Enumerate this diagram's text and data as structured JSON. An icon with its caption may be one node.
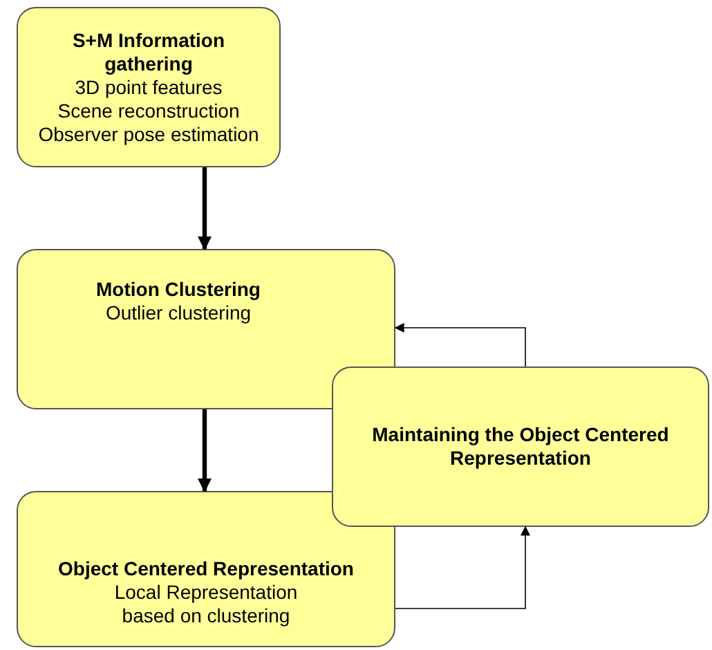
{
  "diagram": {
    "nodes": [
      {
        "text": [
          "S+M Information gathering",
          "3D point features",
          "Scene reconstruction",
          "Observer pose estimation"
        ]
      },
      {
        "text": [
          "Motion Clustering",
          "Outlier clustering"
        ]
      },
      {
        "text": [
          "Object Centered Representation",
          "Local Representation based on clustering"
        ]
      },
      {
        "text": [
          "Maintaining the Object Centered Representation"
        ]
      }
    ],
    "edges": [
      {
        "from": 0,
        "to": 1,
        "arrow": "to",
        "style": "thick"
      },
      {
        "from": 1,
        "to": 2,
        "arrow": "to",
        "style": "thick"
      },
      {
        "from": 2,
        "to": 3,
        "arrow": "to"
      },
      {
        "from": 3,
        "to": 1,
        "arrow": "to"
      }
    ]
  }
}
